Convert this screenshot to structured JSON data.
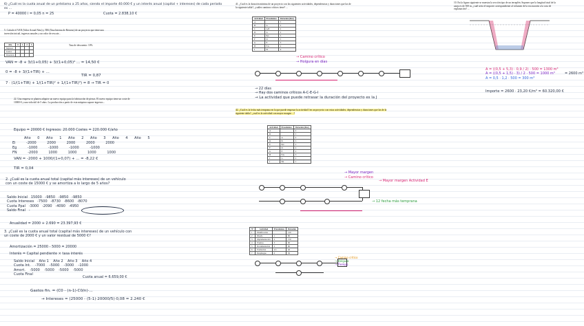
{
  "left": {
    "q0_text": "6) ¿Cuál es la cuota anual de un préstamo a 25 años, siendo el importe 40.000 € y un interés anual (capital + intereses) de cada periodo es ...",
    "q0_line2": "P = 40000    i = 0,05    n = 25",
    "q0_result": "Cuota = 2.838,10 €",
    "q1_title": "5. Calcule el VAN (Valor Actual Neto) y TIR (Tasa Interna de Retorno) de un proyecto que tiene una inversión inicial, ingresos anuales y un valor de rescate...",
    "q1_table_header": [
      "Año",
      "0",
      "1",
      "2",
      "3"
    ],
    "q1_table_rows": [
      [
        "Ingresos",
        "",
        "",
        "",
        ""
      ],
      [
        "Gastos",
        "",
        "",
        "",
        ""
      ],
      [
        "Inversión",
        "",
        "",
        "",
        ""
      ]
    ],
    "q1_note": "Tasa de descuento: 10%",
    "q1_van": "VAN = -8 + 3/(1+0,05) + 3/(1+0,05)² ... = 14,50 €",
    "q1_zero": "0 = -8 + 3/(1+TIR) + ...",
    "q1_tir": "TIR = 0,87",
    "q1_eq": "7 · (1/(1+TIR) + 1/(1+TIR)² + 1/(1+TIR)³) = 8 → TIR = 0",
    "q2_title": "22. Una empresa se plantea adquirir un nuevo equipo para la fabricación de piezas. El nuevo equipo tiene un coste de 10000 € y una vida útil de 5 años. La producción a partir de esta máquina supone ingresos...",
    "q2_eq1": "Equipo = 20000 €    Ingresos: 20.000    Costes = 220.000 €/año",
    "q2_row_head": [
      "Año 0",
      "Año 1",
      "Año 2",
      "Año 3",
      "Año 4",
      "Año 5"
    ],
    "q2_rows": [
      [
        "Ei",
        "-2000",
        "2000",
        "2000",
        "2000",
        "2000"
      ],
      [
        "Eg",
        "",
        "-1000",
        "-1000",
        "-1000",
        "-1000"
      ],
      [
        "FN",
        "-2000",
        "1000",
        "1000",
        "1000",
        "1000"
      ]
    ],
    "q2_van": "VAN = -2000 + 1000/(1+0,07) + ... = -8,22 €",
    "q2_tir": "TIR = 0,04",
    "q3_title": "2. ¿Cuál es la cuota anual total (capital más intereses) de un vehículo con un coste de 15000 € y se amortiza a lo largo de 5 años?",
    "q3_rows": [
      [
        "Saldo Inicial",
        "15000",
        "-9850",
        "-9850",
        "-9850"
      ],
      [
        "Cuota Intereses",
        "-7500",
        "-8730",
        "-8600",
        "-8070"
      ],
      [
        "Cuota Ppal",
        "-3000",
        "-2090",
        "-4090",
        "-4950"
      ],
      [
        "Saldo Final",
        "-",
        "",
        "",
        ""
      ]
    ],
    "q3_bottom": "Anualidad = 2000 + 2.690 = 23.397,93 €",
    "q4_title": "3. ¿Cuál es la cuota anual total (capital más intereses) de un vehículo con un coste de 2000 € y un valor residual de 5000 €?",
    "q4_amort": "Amortización = 25000 - 5000 = 20000",
    "q4_interes": "Interés = Capital pendiente × tasa interés",
    "q4_rows": [
      [
        "Saldo Inicial",
        "Año 1",
        "Año 2",
        "Año 3",
        "Año 4"
      ],
      [
        "Cuota Int.",
        "-7000",
        "-5000",
        "-3000",
        "-1000"
      ],
      [
        "Amort.",
        "-5000",
        "-5000",
        "-5000",
        "-5000"
      ],
      [
        "Cuota Final",
        "",
        "",
        "",
        ""
      ]
    ],
    "q4_final": "Cuota anual = 6.659,00 €",
    "q4_gastos": "Gastos fin. = (C0 - (n-1)·C0/n)·...",
    "q4_res": "→ Intereses = (25000 - (5-1)·20000/5)·0,08 = 2.240 €"
  },
  "middle": {
    "q41_title": "41. ¿Cuál es la duración mínima de un proyecto con las siguientes actividades, dependencias y duraciones que las de la siguiente tabla?, ¿cuáles caminos críticos tiene? ...",
    "q41_table_head": [
      "Actividad",
      "Precedentes",
      "Duración (días)"
    ],
    "q41_table_rows": [
      [
        "A",
        "-",
        "3"
      ],
      [
        "B",
        "A",
        "2"
      ],
      [
        "C",
        "A,B",
        "4"
      ],
      [
        "D",
        "A",
        "2"
      ],
      [
        "E",
        "B,C",
        "3"
      ],
      [
        "F",
        "D",
        "5"
      ],
      [
        "G",
        "E",
        "3"
      ],
      [
        "H",
        "F,G",
        "2"
      ],
      [
        "I",
        "H",
        "4"
      ]
    ],
    "q41_legend1": "→ Camino crítico",
    "q41_legend2": "→ Holgura en días",
    "q41_notes": [
      "→ 22 días",
      "→ Hay dos caminos críticos A-C-E-G-I",
      "→ La actividad que puede retrasar la duración del proyecto es la J"
    ],
    "q42_title": "42. ¿Cuál es la fecha más temprana en la que puede empezar la actividad I en un proyecto con estas actividades, dependencias y duraciones que las de la siguiente tabla?, ¿cuál es la actividad con mayor margen ...?",
    "q42_table_head": [
      "Actividad",
      "Precedentes",
      "Duración (días)"
    ],
    "q42_table_rows": [
      [
        "A",
        "-",
        "2"
      ],
      [
        "B",
        "-",
        "3"
      ],
      [
        "C",
        "A",
        "4"
      ],
      [
        "D",
        "B",
        "3"
      ],
      [
        "E",
        "B,C",
        "2"
      ],
      [
        "F",
        "D",
        "4"
      ],
      [
        "G",
        "E",
        "2"
      ],
      [
        "H",
        "F,G",
        "3"
      ],
      [
        "I",
        "G",
        "2"
      ],
      [
        "J",
        "H,I",
        "1"
      ]
    ],
    "q42_notes_right": [
      "→ Mayor margen",
      "→ Camino crítico"
    ],
    "q42_note_box": "→ 12 fecha más temprana",
    "q42_pink": "→ Mayor margen Actividad E",
    "q43_table_head": [
      "Nº",
      "Actividad",
      "Precedentes",
      "Duración"
    ],
    "q43_table_rows": [
      [
        "1",
        "Planificación",
        "-",
        "120"
      ],
      [
        "2",
        "Diseño",
        "1",
        "80"
      ],
      [
        "3",
        "Implementación",
        "2",
        "150"
      ],
      [
        "4",
        "Pruebas",
        "3",
        "90"
      ],
      [
        "5",
        "Documentación",
        "2",
        "60"
      ],
      [
        "6",
        "Formación",
        "4,5",
        "40"
      ],
      [
        "7",
        "Despliegue",
        "6",
        "30"
      ]
    ],
    "q43_legend": [
      "→ Camino crítico",
      "→ Holgura",
      "→ Tiempo"
    ]
  },
  "right": {
    "q_title": "10. En la figura siguiente se muestra la sección tipo de un terraplén. Suponer que la longitud total de la zanja es de 500 m, ¿cuál sería el importe correspondiente al volumen de la excavación a la cota de explanación? ...",
    "calc1": "A = ((0,5 + 5,3) · 0,9 / 2) · 500 = 1300 m³",
    "calc2": "A = ((0,5 + 1,5) · 3) / 2 · 500 = 1000 m³",
    "calc3": "A = 0,5 · 1,2 · 500 = 300 m³",
    "sum": "= 2600 m³",
    "result": "Importe = 2600 · 23,20 €/m³ = 60.320,00 €"
  },
  "colors": {
    "ink": "#1f2a40",
    "pink": "#d6206f",
    "purple": "#7a1fc2",
    "green": "#2a9a3a",
    "blue": "#2b5fd9",
    "highlight": "#fff59a"
  }
}
